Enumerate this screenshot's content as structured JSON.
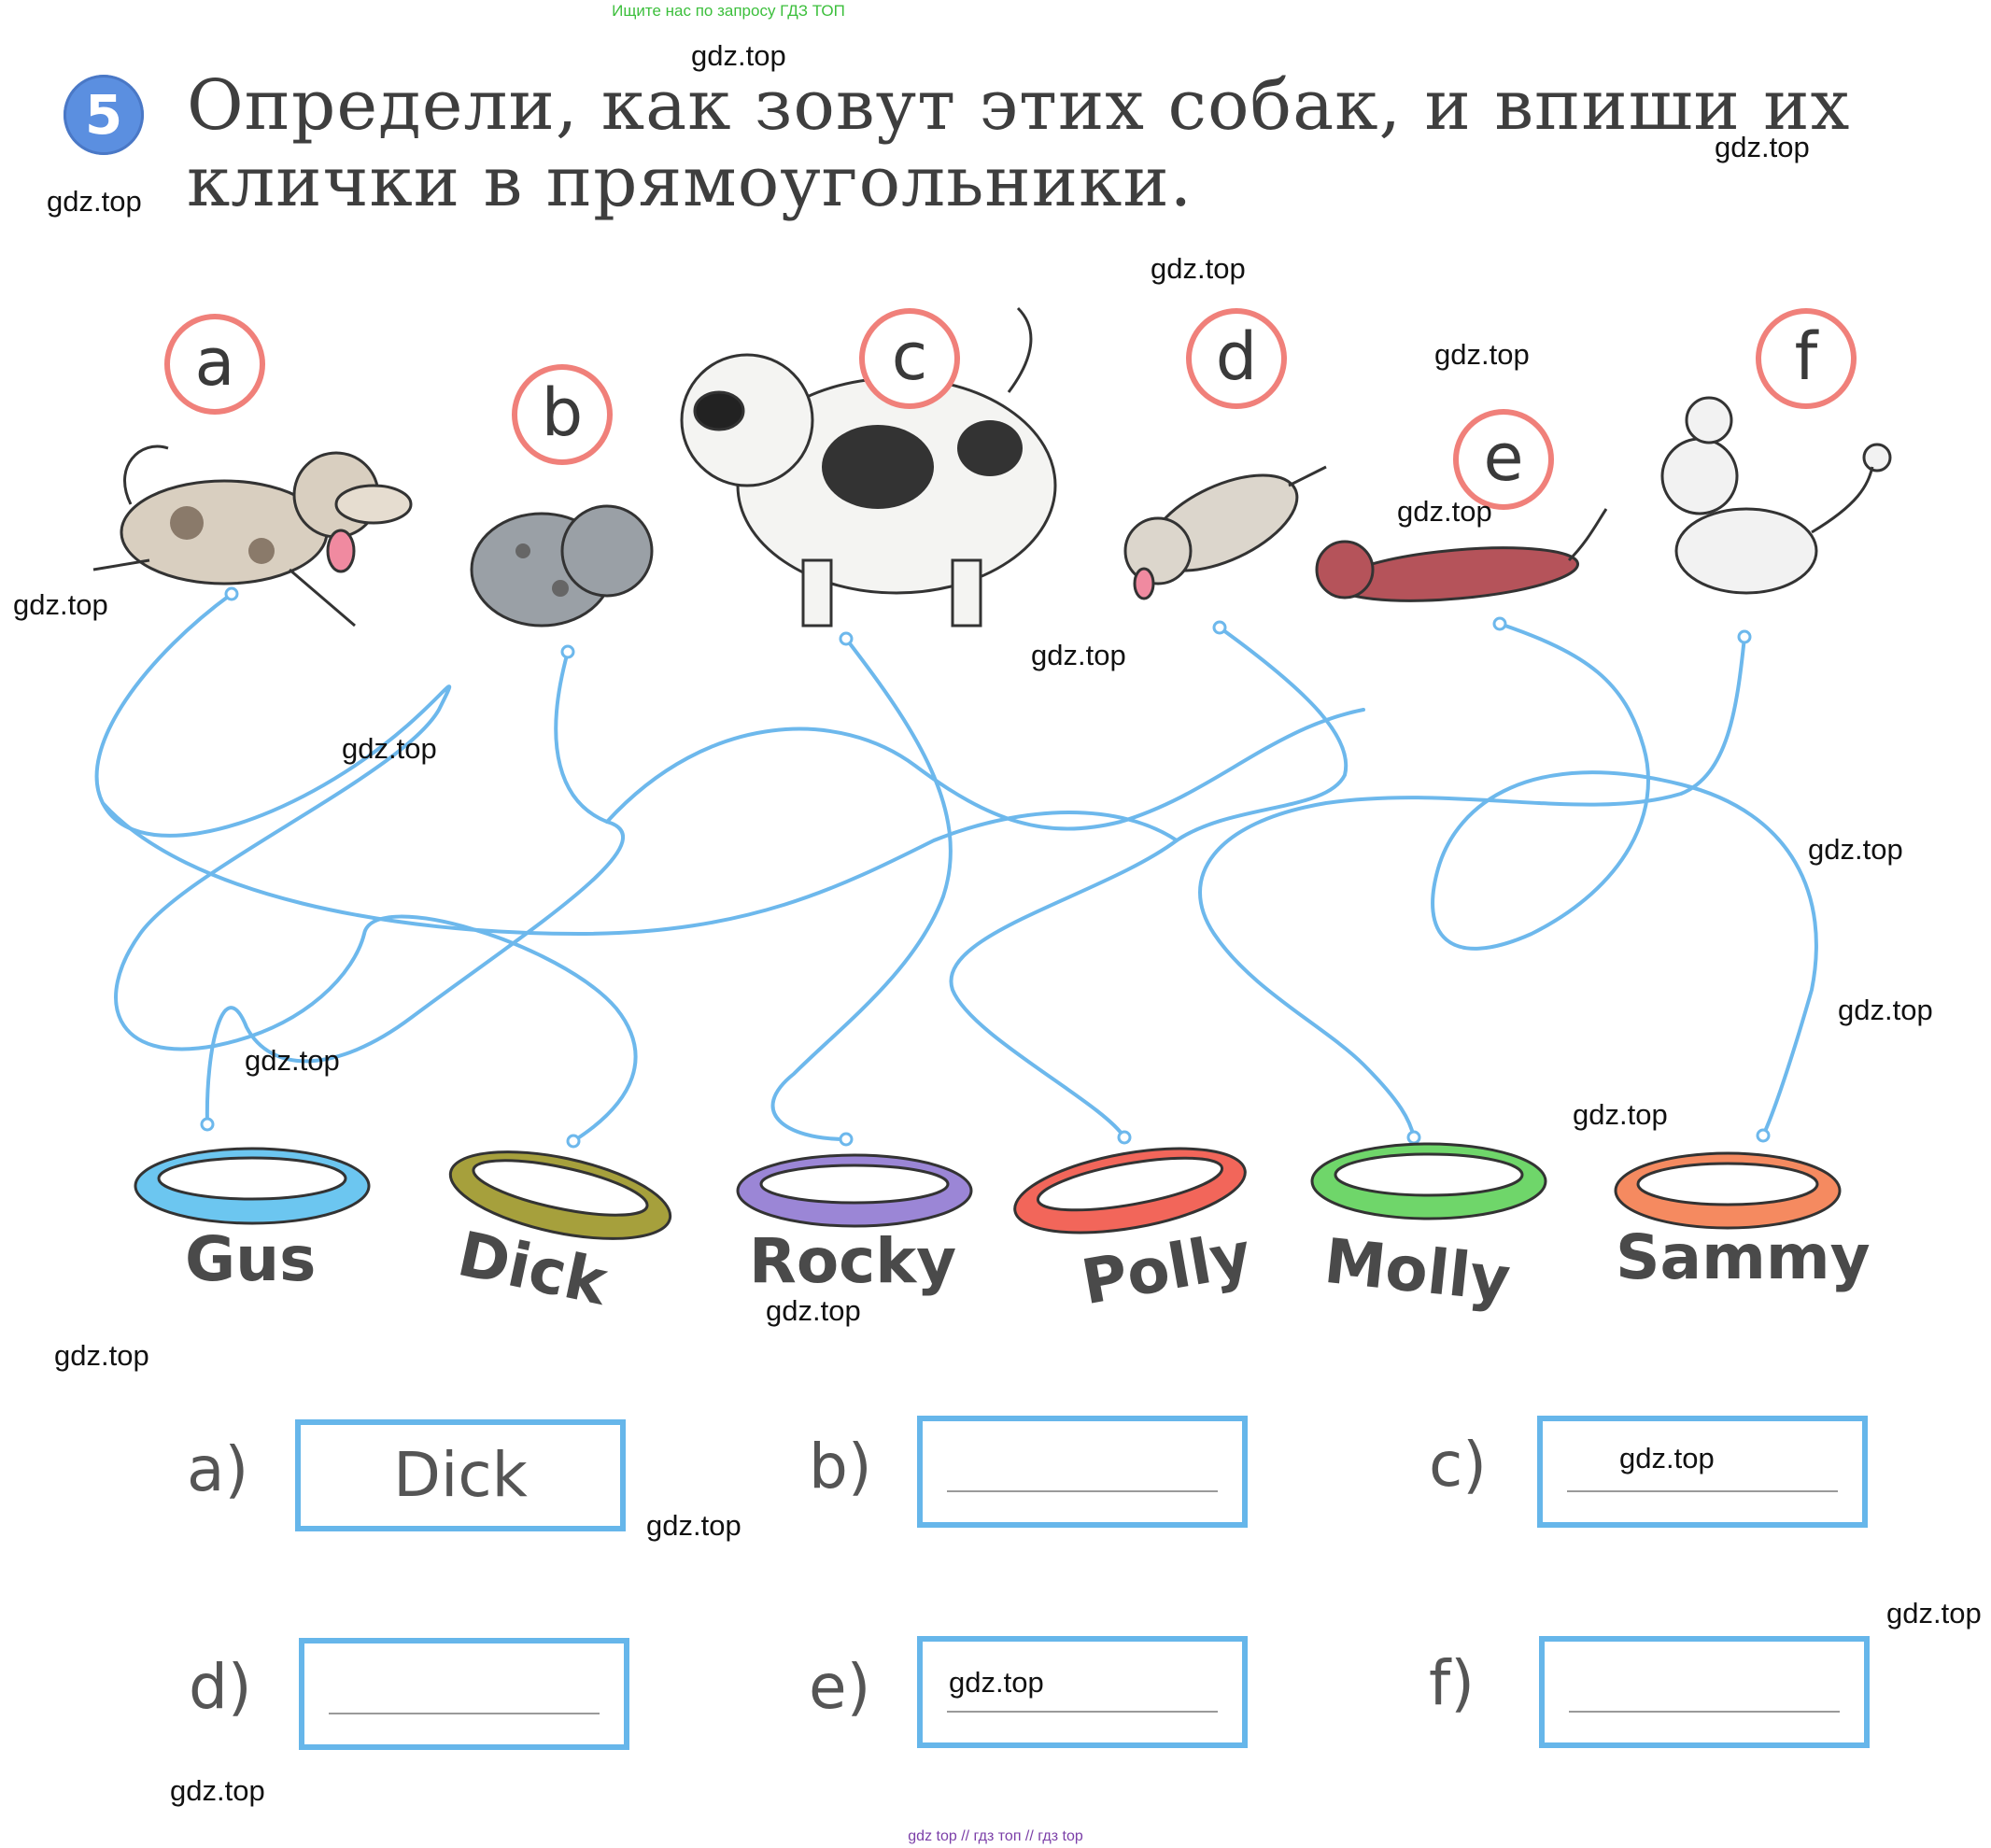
{
  "banner": "Ищите нас по запросу ГДЗ ТОП",
  "task": {
    "number": "5",
    "line1": "Определи,  как  зовут  этих  собак,  и  впиши  их",
    "line2": "клички  в  прямоугольники."
  },
  "dog_letters": [
    "a",
    "b",
    "c",
    "d",
    "e",
    "f"
  ],
  "collars": [
    {
      "name": "Gus",
      "color": "#6cc6f0"
    },
    {
      "name": "Dick",
      "color": "#a6a03c"
    },
    {
      "name": "Rocky",
      "color": "#9b86d6"
    },
    {
      "name": "Polly",
      "color": "#f2665a"
    },
    {
      "name": "Molly",
      "color": "#6fd66a"
    },
    {
      "name": "Sammy",
      "color": "#f58a60"
    }
  ],
  "answers": [
    {
      "label": "a)",
      "value": "Dick"
    },
    {
      "label": "b)",
      "value": ""
    },
    {
      "label": "c)",
      "value": ""
    },
    {
      "label": "d)",
      "value": ""
    },
    {
      "label": "e)",
      "value": ""
    },
    {
      "label": "f)",
      "value": ""
    }
  ],
  "watermark": "gdz.top",
  "footer": "gdz top  //  гдз топ  //  гдз top",
  "colors": {
    "maze_line": "#6db8ec",
    "circle_border": "#f0807a",
    "answer_border": "#66b6ea"
  }
}
